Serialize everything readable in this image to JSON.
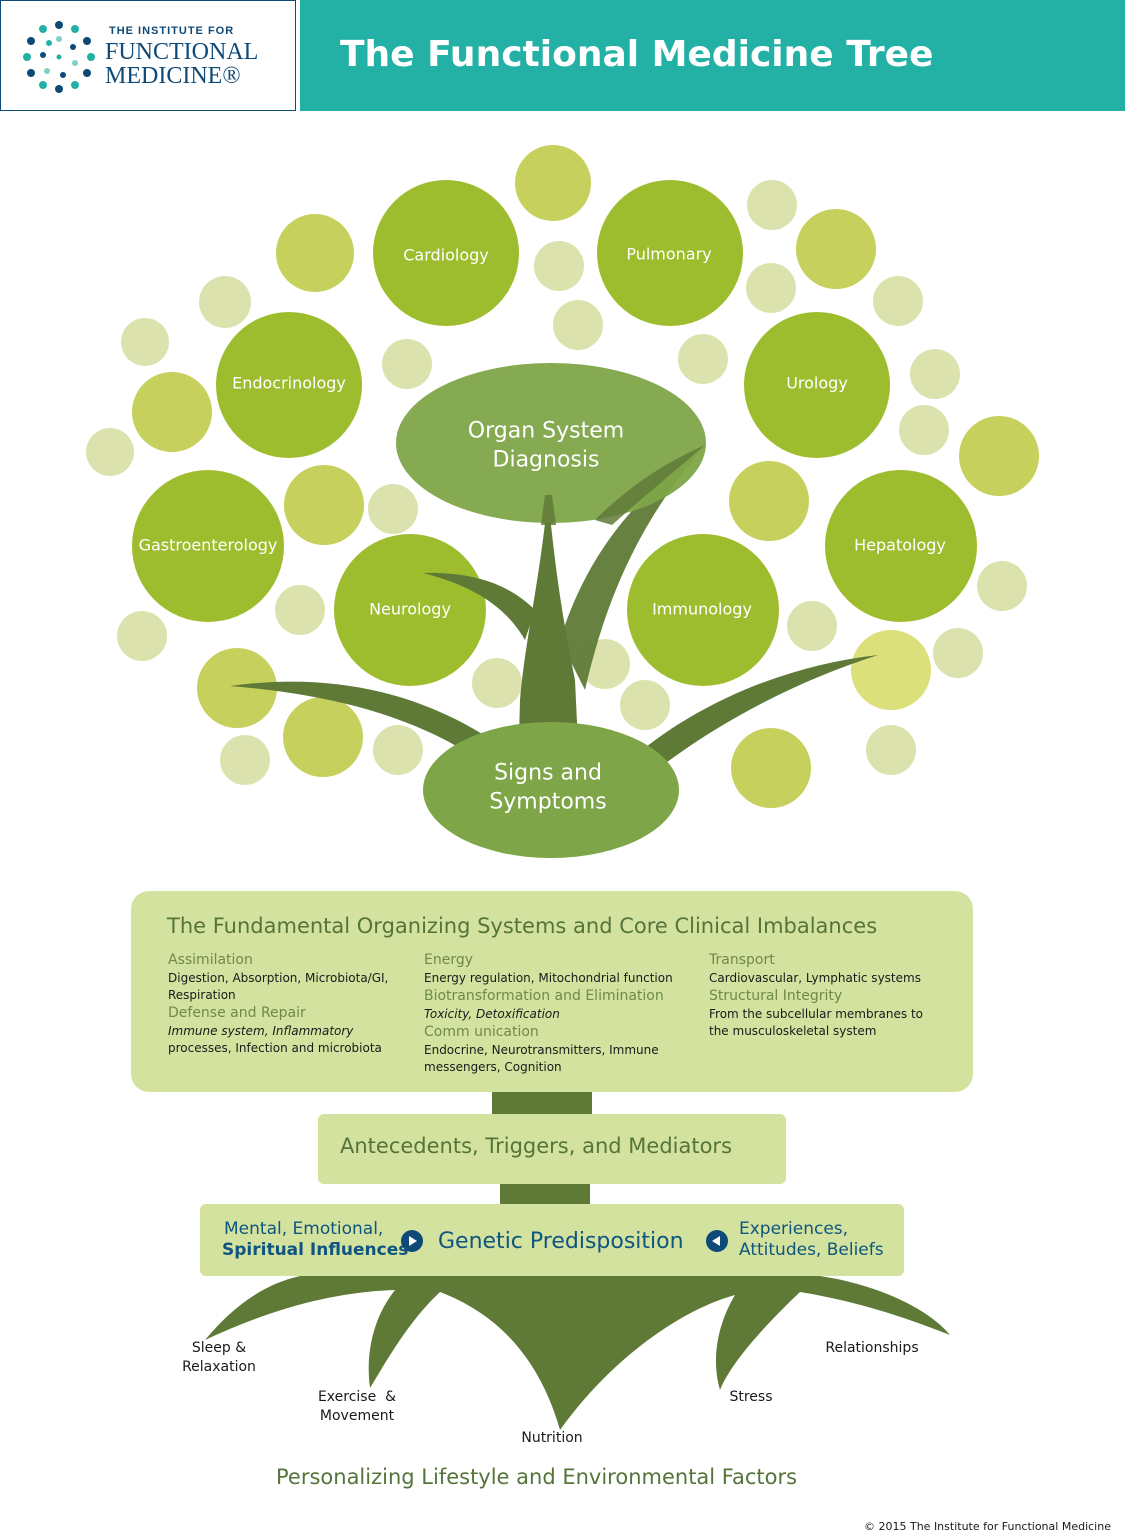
{
  "header": {
    "logo_small": "THE INSTITUTE FOR",
    "logo_line1": "FUNCTIONAL",
    "logo_line2": "MEDICINE®",
    "title": "The Functional Medicine Tree"
  },
  "colors": {
    "teal": "#22b1a4",
    "navy": "#0e4a78",
    "leaf_dark": "#9ebd2e",
    "leaf_mid": "#c6d05c",
    "leaf_light": "#dce2ad",
    "trunk": "#5f7a37",
    "ellipse": "#7ea548",
    "panel": "#d4e29f"
  },
  "canopy": {
    "organ_system": "Organ System Diagnosis",
    "signs_symptoms": "Signs and Symptoms",
    "organ_circles": [
      "Cardiology",
      "Pulmonary",
      "Endocrinology",
      "Urology",
      "Gastroenterology",
      "Hepatology",
      "Neurology",
      "Immunology"
    ]
  },
  "systems": {
    "title": "The Fundamental Organizing Systems and Core Clinical Imbalances",
    "assimilation_h": "Assimilation",
    "assimilation_t": "Digestion, Absorption, Microbiota/GI, Respiration",
    "defense_h": "Defense and Repair",
    "defense_t1": "Immune system, Inflammatory",
    "defense_t2": "processes, Infection and microbiota",
    "energy_h": "Energy",
    "energy_t": "Energy regulation, Mitochondrial function",
    "bio_h": "Biotransformation and Elimination",
    "bio_t": "Toxicity, Detoxification",
    "comm_h": "Comm unication",
    "comm_t": "Endocrine, Neurotransmitters, Immune messengers, Cognition",
    "transport_h": "Transport",
    "transport_t": "Cardiovascular, Lymphatic systems",
    "structural_h": "Structural Integrity",
    "structural_t": "From the subcellular membranes to the musculoskeletal system"
  },
  "antecedents": "Antecedents, Triggers, and Mediators",
  "genetic": {
    "left_1": "Mental, Emotional,",
    "left_2": "Spiritual Influences",
    "center": "Genetic Predisposition",
    "right_1": "Experiences,",
    "right_2": "Attitudes, Beliefs"
  },
  "roots": {
    "sleep_1": "Sleep &",
    "sleep_2": "Relaxation",
    "exercise_1": "Exercise  &",
    "exercise_2": "Movement",
    "nutrition": "Nutrition",
    "stress": "Stress",
    "relationships": "Relationships"
  },
  "footer": {
    "title": "Personalizing Lifestyle and Environmental Factors",
    "copyright": "© 2015 The Institute for Functional Medicine"
  }
}
